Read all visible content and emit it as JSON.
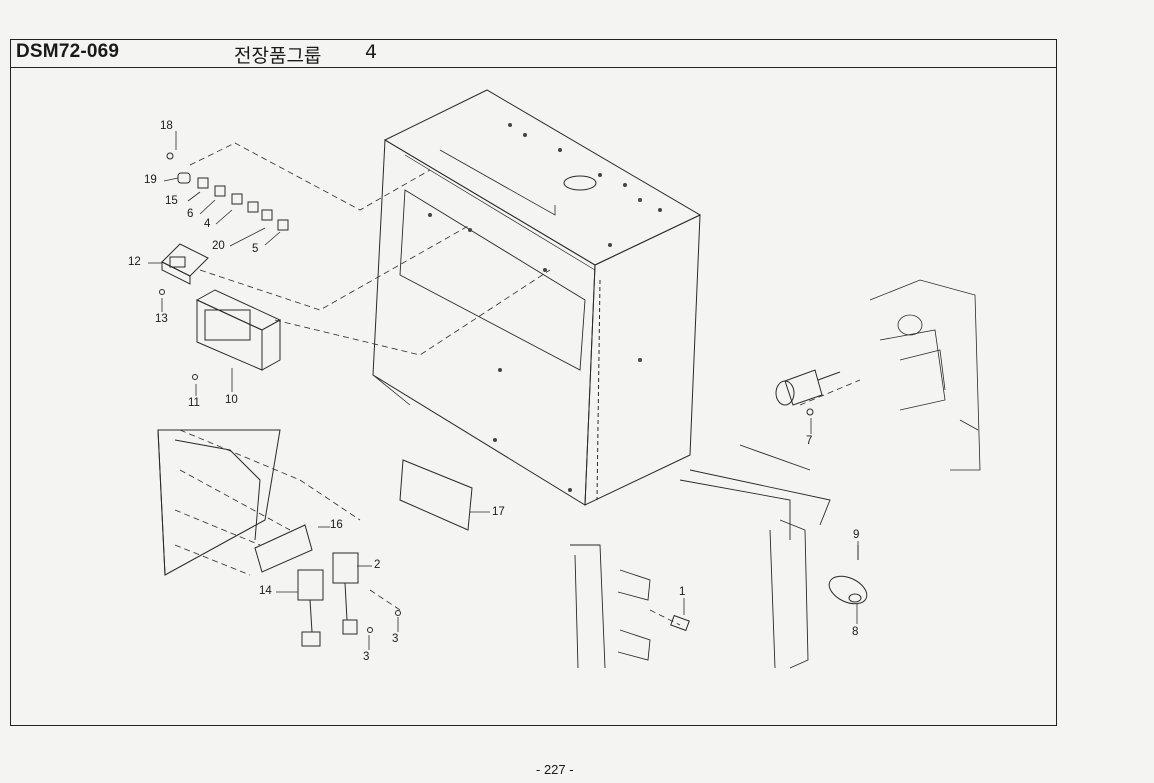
{
  "header": {
    "doc_code": "DSM72-069",
    "group_title": "전장품그룹",
    "group_number": "4"
  },
  "callouts": [
    "18",
    "19",
    "15",
    "6",
    "4",
    "20",
    "5",
    "12",
    "13",
    "11",
    "10",
    "7",
    "16",
    "2",
    "14",
    "3",
    "3",
    "17",
    "1",
    "9",
    "8"
  ],
  "footer": {
    "page_number": "- 227 -"
  }
}
